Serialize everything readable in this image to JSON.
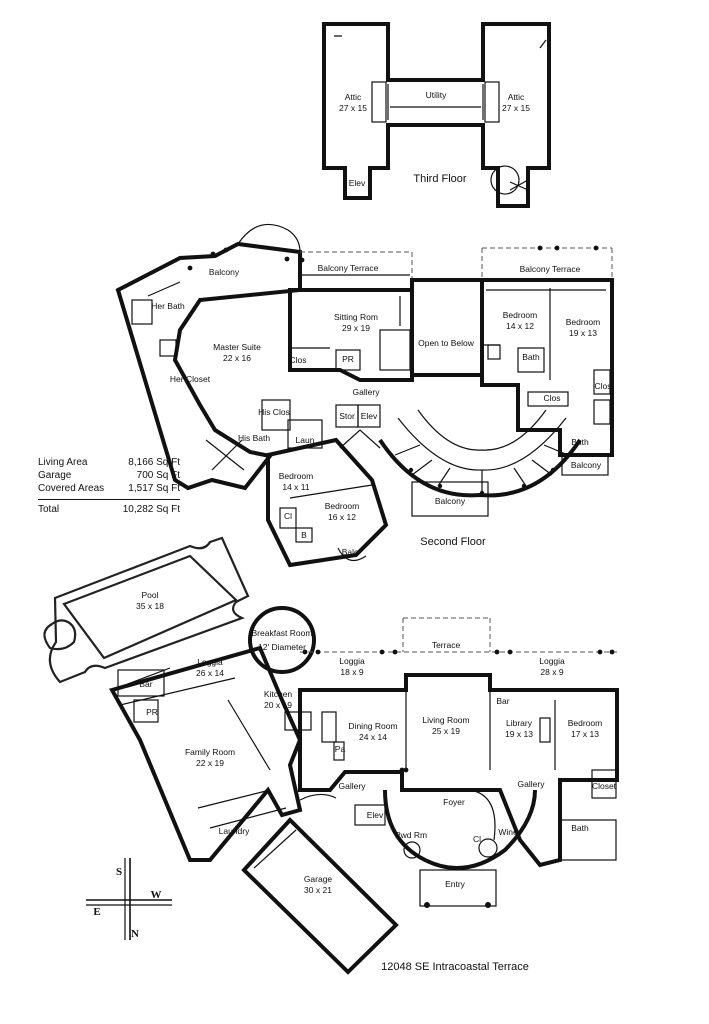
{
  "third_floor": {
    "title": "Third Floor",
    "rooms": [
      {
        "name": "Attic",
        "dim": "27  x  15"
      },
      {
        "name": "Utility",
        "dim": ""
      },
      {
        "name": "Attic",
        "dim": "27  x  15"
      },
      {
        "name": "Elev",
        "dim": ""
      }
    ]
  },
  "second_floor": {
    "title": "Second Floor",
    "rooms": [
      {
        "name": "Balcony",
        "dim": ""
      },
      {
        "name": "Balcony Terrace",
        "dim": ""
      },
      {
        "name": "Balcony Terrace",
        "dim": ""
      },
      {
        "name": "Her Bath",
        "dim": ""
      },
      {
        "name": "Master Suite",
        "dim": "22  x  16"
      },
      {
        "name": "Sitting Rom",
        "dim": "29  x  19"
      },
      {
        "name": "Open to Below",
        "dim": ""
      },
      {
        "name": "Bedroom",
        "dim": "14  x  12"
      },
      {
        "name": "Bedroom",
        "dim": "19  x  13"
      },
      {
        "name": "Her Closet",
        "dim": ""
      },
      {
        "name": "Clos",
        "dim": ""
      },
      {
        "name": "PR",
        "dim": ""
      },
      {
        "name": "Bath",
        "dim": ""
      },
      {
        "name": "Clos",
        "dim": ""
      },
      {
        "name": "Clos",
        "dim": ""
      },
      {
        "name": "Gallery",
        "dim": ""
      },
      {
        "name": "His Clos",
        "dim": ""
      },
      {
        "name": "Stor",
        "dim": ""
      },
      {
        "name": "Elev",
        "dim": ""
      },
      {
        "name": "His Bath",
        "dim": ""
      },
      {
        "name": "Laun",
        "dim": ""
      },
      {
        "name": "Bath",
        "dim": ""
      },
      {
        "name": "Balcony",
        "dim": ""
      },
      {
        "name": "Bedroom",
        "dim": "14  x  11"
      },
      {
        "name": "Bedroom",
        "dim": "16  x  12"
      },
      {
        "name": "Cl",
        "dim": ""
      },
      {
        "name": "B",
        "dim": ""
      },
      {
        "name": "Balc",
        "dim": ""
      },
      {
        "name": "Balcony",
        "dim": ""
      }
    ]
  },
  "first_floor": {
    "rooms": [
      {
        "name": "Pool",
        "dim": "35  x  18"
      },
      {
        "name": "Breakfast Room",
        "dim": "12' Diameter"
      },
      {
        "name": "Terrace",
        "dim": ""
      },
      {
        "name": "Loggia",
        "dim": "26  x  14"
      },
      {
        "name": "Loggia",
        "dim": "18  x  9"
      },
      {
        "name": "Loggia",
        "dim": "28  x  9"
      },
      {
        "name": "Bar",
        "dim": ""
      },
      {
        "name": "Kitchen",
        "dim": "20  x  19"
      },
      {
        "name": "PR",
        "dim": ""
      },
      {
        "name": "Dining Room",
        "dim": "24  x  14"
      },
      {
        "name": "Living Room",
        "dim": "25  x  19"
      },
      {
        "name": "Bar",
        "dim": ""
      },
      {
        "name": "Library",
        "dim": "19  x  13"
      },
      {
        "name": "Bedroom",
        "dim": "17  x  13"
      },
      {
        "name": "Pa",
        "dim": ""
      },
      {
        "name": "Family Room",
        "dim": "22  x  19"
      },
      {
        "name": "Gallery",
        "dim": ""
      },
      {
        "name": "Gallery",
        "dim": ""
      },
      {
        "name": "Closet",
        "dim": ""
      },
      {
        "name": "Foyer",
        "dim": ""
      },
      {
        "name": "Elev",
        "dim": ""
      },
      {
        "name": "Wine",
        "dim": ""
      },
      {
        "name": "Laundry",
        "dim": ""
      },
      {
        "name": "Pwd Rm",
        "dim": ""
      },
      {
        "name": "Cl",
        "dim": ""
      },
      {
        "name": "Bath",
        "dim": ""
      },
      {
        "name": "Entry",
        "dim": ""
      },
      {
        "name": "Garage",
        "dim": "30  x  21"
      }
    ]
  },
  "area_summary": {
    "rows": [
      {
        "label": "Living Area",
        "value": "8,166 Sq Ft"
      },
      {
        "label": "Garage",
        "value": "700 Sq Ft"
      },
      {
        "label": "Covered Areas",
        "value": "1,517 Sq Ft"
      }
    ],
    "total": {
      "label": "Total",
      "value": "10,282 Sq Ft"
    }
  },
  "compass": {
    "s": "S",
    "w": "W",
    "e": "E",
    "n": "N"
  },
  "address": "12048 SE Intracoastal Terrace"
}
